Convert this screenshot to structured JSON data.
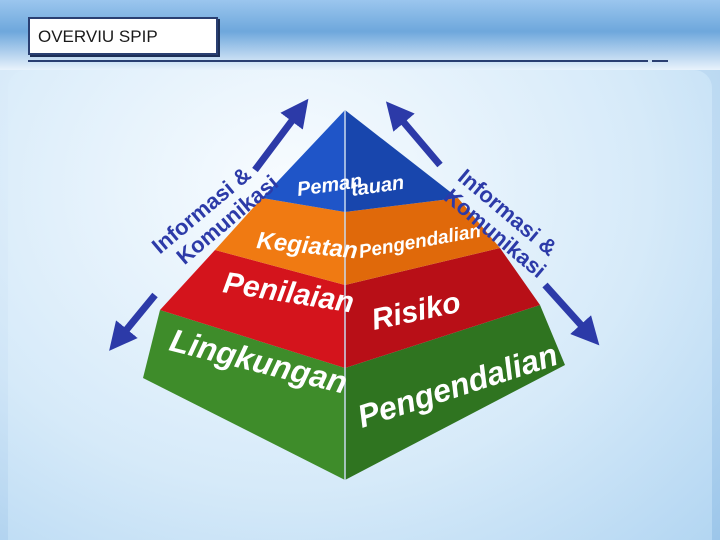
{
  "header": {
    "title": "OVERVIU SPIP"
  },
  "pyramid": {
    "top_left": "Peman",
    "top_right": "tauan",
    "layer2_left": "Kegiatan",
    "layer2_right": "Pengendalian",
    "layer3_left": "Penilaian",
    "layer3_right": "Risiko",
    "base_left": "Lingkungan",
    "base_right": "Pengendalian"
  },
  "side_labels": {
    "left_line1": "Informasi &",
    "left_line2": "Komunikasi",
    "right_line1": "Informasi &",
    "right_line2": "Komunikasi"
  },
  "colors": {
    "apex": "#1f55c8",
    "layer2": "#f07a12",
    "layer3": "#d4141c",
    "base": "#3e8c2a",
    "arrow": "#2c3aa8"
  }
}
